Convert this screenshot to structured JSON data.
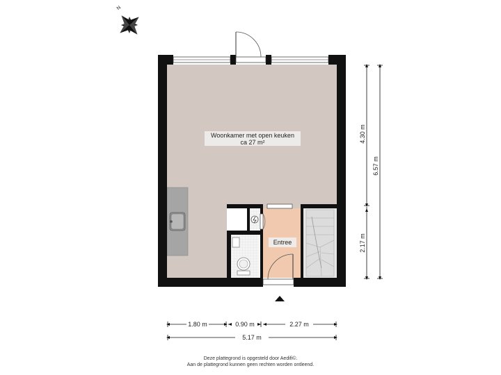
{
  "compass": {
    "north_label": "N",
    "icon": "compass-rose-icon"
  },
  "rooms": {
    "living": {
      "name": "Woonkamer met open keuken",
      "area": "ca 27 m²"
    },
    "entrance": {
      "name": "Entree"
    }
  },
  "dimensions": {
    "right_upper": "4.30 m",
    "right_lower": "2.17 m",
    "right_total": "6.57 m",
    "bottom_left": "1.80 m",
    "bottom_middle": "0.90 m",
    "bottom_right": "2.27 m",
    "bottom_total": "5.17 m"
  },
  "footer": {
    "line1": "Deze plattegrond is opgesteld door Aedifi©.",
    "line2": "Aan de plattegrond kunnen geen rechten worden ontleend."
  },
  "colors": {
    "wall": "#111111",
    "living_floor": "#d2c8c1",
    "entrance_floor": "#f1c9ae",
    "stair": "#d5d5d5",
    "toilet_floor": "#f3f3f3"
  }
}
